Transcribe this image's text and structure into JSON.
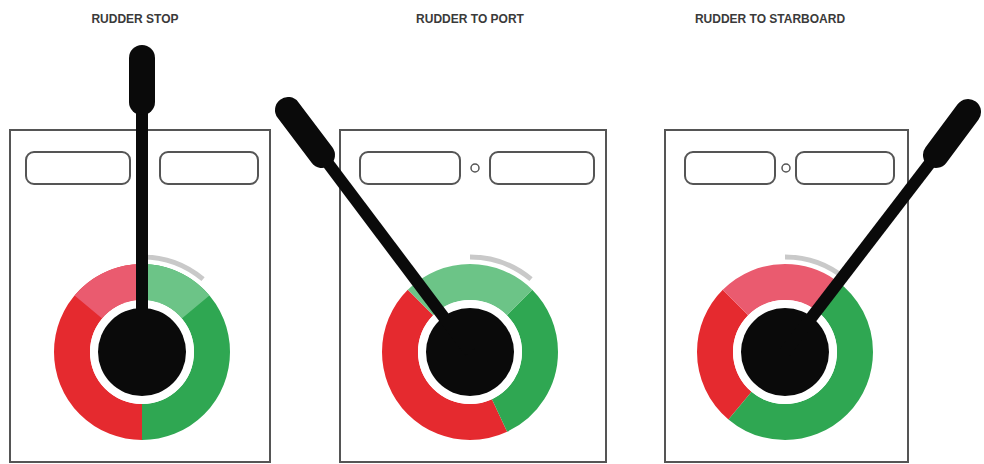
{
  "diagram": {
    "labels": [
      "RUDDER STOP",
      "RUDDER TO PORT",
      "RUDDER TO STARBOARD"
    ]
  }
}
